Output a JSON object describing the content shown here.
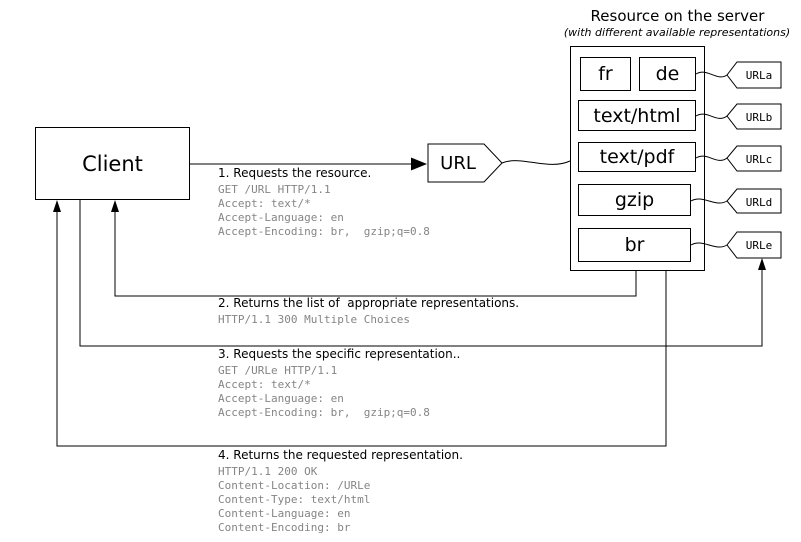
{
  "colors": {
    "line": "#000000",
    "muted_text": "#858585",
    "background": "#ffffff"
  },
  "client": {
    "label": "Client"
  },
  "url_node": {
    "label": "URL"
  },
  "server": {
    "title": "Resource on the server",
    "subtitle": "(with different available representations)",
    "representations": [
      {
        "label": "fr",
        "maps_to": "URLa"
      },
      {
        "label": "de",
        "maps_to": "URLa"
      },
      {
        "label": "text/html",
        "maps_to": "URLb"
      },
      {
        "label": "text/pdf",
        "maps_to": "URLc"
      },
      {
        "label": "gzip",
        "maps_to": "URLd"
      },
      {
        "label": "br",
        "maps_to": "URLe"
      }
    ]
  },
  "url_tags": [
    {
      "label": "URLa"
    },
    {
      "label": "URLb"
    },
    {
      "label": "URLc"
    },
    {
      "label": "URLd"
    },
    {
      "label": "URLe"
    }
  ],
  "messages": [
    {
      "title": "1. Requests the resource.",
      "lines": [
        "GET /URL HTTP/1.1",
        "Accept: text/*",
        "Accept-Language: en",
        "Accept-Encoding: br,  gzip;q=0.8"
      ]
    },
    {
      "title": "2. Returns the list of  appropriate representations.",
      "lines": [
        "HTTP/1.1 300 Multiple Choices"
      ]
    },
    {
      "title": "3. Requests the specific representation..",
      "lines": [
        "GET /URLe HTTP/1.1",
        "Accept: text/*",
        "Accept-Language: en",
        "Accept-Encoding: br,  gzip;q=0.8"
      ]
    },
    {
      "title": "4. Returns the requested representation.",
      "lines": [
        "HTTP/1.1 200 OK",
        "Content-Location: /URLe",
        "Content-Type: text/html",
        "Content-Language: en",
        "Content-Encoding: br"
      ]
    }
  ]
}
